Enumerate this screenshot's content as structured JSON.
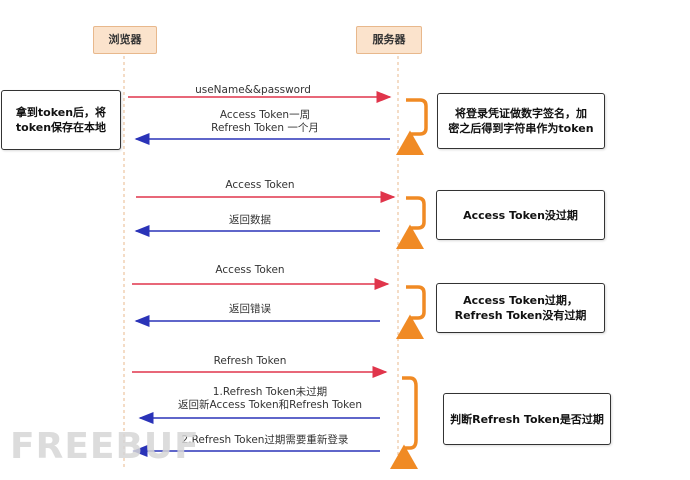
{
  "participants": {
    "browser": "浏览器",
    "server": "服务器"
  },
  "messages": {
    "m1": "useName&&password",
    "m2_line1": "Access Token一周",
    "m2_line2": "Refresh Token 一个月",
    "m3": "Access Token",
    "m4": "返回数据",
    "m5": "Access Token",
    "m6": "返回错误",
    "m7": "Refresh Token",
    "m8_line1": "1.Refresh Token未过期",
    "m8_line2": "返回新Access Token和Refresh Token",
    "m9": "2.Refresh Token过期需要重新登录"
  },
  "notes": {
    "client_note_line1": "拿到token后，将",
    "client_note_line2": "token保存在本地",
    "server_note1_line1": "将登录凭证做数字签名，加",
    "server_note1_line2": "密之后得到字符串作为token",
    "server_note2": "Access Token没过期",
    "server_note3_line1": "Access Token过期，",
    "server_note3_line2": "Refresh Token没有过期",
    "server_note4": "判断Refresh Token是否过期"
  },
  "colors": {
    "request_arrow": "#e0354b",
    "response_arrow": "#2a33b8",
    "process_arrow": "#f08a24",
    "lifeline": "#e8b88c",
    "participant_fill": "#fbe3cc"
  },
  "watermark": "FREEBUF"
}
